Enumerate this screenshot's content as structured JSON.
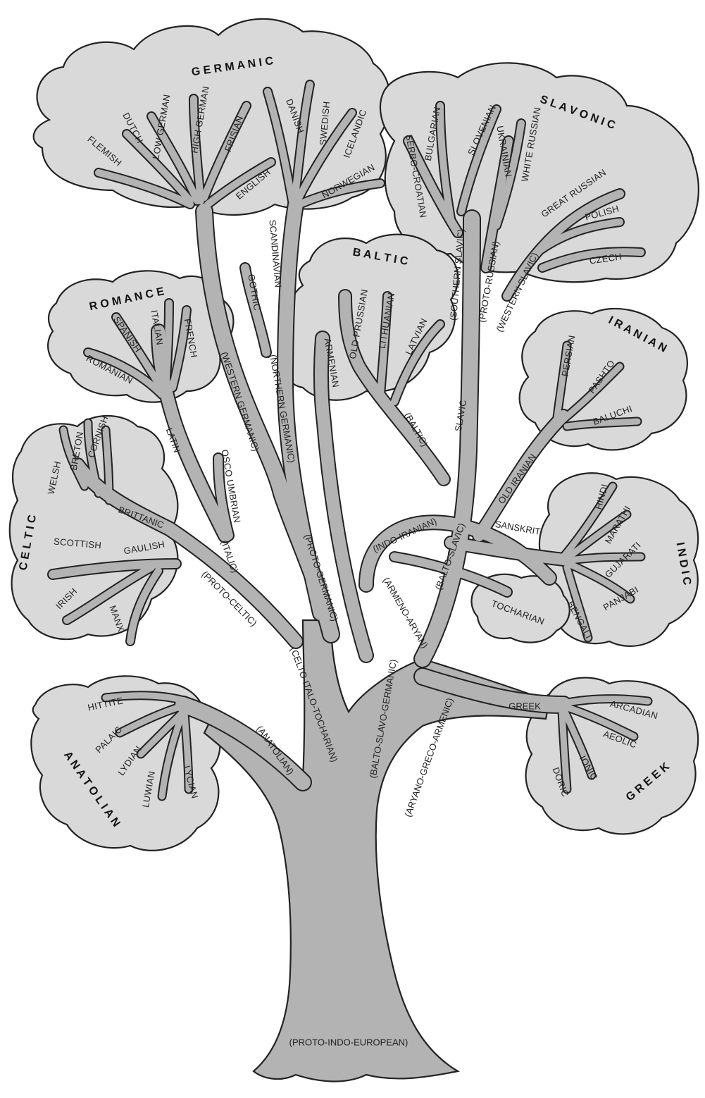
{
  "groups": {
    "germanic": "G E R M A N I C",
    "slavonic": "S L A V O N I C",
    "baltic": "B A L T I C",
    "romance": "R O M A N C E",
    "iranian": "I R A N I A N",
    "celtic": "C E L T I C",
    "indic": "I N D I C",
    "anatolian": "A N A T O L I A N",
    "greek": "G R E E K"
  },
  "branches": {
    "western_germanic": "(WESTERN GERMANIC)",
    "northern_germanic": "(NORTHERN GERMANIC)",
    "scandinavian": "SCANDINAVIAN",
    "southern_slavic": "(SOUTHERN SLAVIC)",
    "proto_russian": "(PROTO-RUSSIAN)",
    "western_slavic": "(WESTERN SLAVIC)",
    "slavic": "SLAVIC",
    "baltic": "(BALTIC)",
    "latin": "LATIN",
    "italic": "(ITALIC)",
    "brittanic": "BRITTANIC",
    "proto_celtic": "(PROTO-CELTIC)",
    "proto_germanic": "(PROTO-GERMANIC)",
    "indo_iranian": "(INDO-IRANIAN)",
    "old_iranian": "OLD IRANIAN",
    "sanskrit": "SANSKRIT",
    "balto_slavic": "(BALTO-SLAVIC)",
    "armeno_aryan": "(ARMENO-ARYAN)",
    "celto_italo_tocharian": "(CELTO-ITALO-TOCHARIAN)",
    "balto_slavo_germanic": "(BALTO-SLAVO-GERMANIC)",
    "aryano_greco_armenic": "(ARYANO-GRECO-ARMENIC)",
    "anatolian": "(ANATOLIAN)",
    "greek": "GREEK",
    "root": "(PROTO-INDO-EUROPEAN)"
  },
  "languages": {
    "flemish": "FLEMISH",
    "dutch": "DUTCH",
    "low_german": "LOW GERMAN",
    "high_german": "HIGH GERMAN",
    "frisian": "FRISIAN",
    "english": "ENGLISH",
    "danish": "DANISH",
    "swedish": "SWEDISH",
    "icelandic": "ICELANDIC",
    "norwegian": "NORWEGIAN",
    "gothic": "GOTHIC",
    "serbo_croatian": "SERBO-CROATIAN",
    "bulgarian": "BULGARIAN",
    "slovenian": "SLOVENIAN",
    "ukrainian": "UKRAINIAN",
    "white_russian": "WHITE RUSSIAN",
    "great_russian": "GREAT RUSSIAN",
    "polish": "POLISH",
    "czech": "CZECH",
    "armenian": "ARMENIAN",
    "old_prussian": "OLD PRUSSIAN",
    "lithuanian": "LITHUANIAN",
    "latvian": "LATVIAN",
    "spanish": "SPANISH",
    "italian": "ITALIAN",
    "french": "FRENCH",
    "romanian": "ROMANIAN",
    "osco_umbrian": "OSCO UMBRIAN",
    "persian": "PERSIAN",
    "pashto": "PASHTO",
    "baluchi": "BALUCHI",
    "welsh": "WELSH",
    "breton": "BRETON",
    "cornish": "CORNISH",
    "scottish": "SCOTTISH",
    "gaulish": "GAULISH",
    "irish": "IRISH",
    "manx": "MANX",
    "hindi": "HINDI",
    "marathi": "MARATHI",
    "gujarati": "GUJARATI",
    "panjabi": "PANJABI",
    "bengali": "BENGALI",
    "tocharian": "TOCHARIAN",
    "hittite": "HITTITE",
    "palaic": "PALAIC",
    "lydian": "LYDIAN",
    "luwian": "LUWIAN",
    "lycian": "LYCIAN",
    "arcadian": "ARCADIAN",
    "aeolic": "AEOLIC",
    "ionic": "IONIC",
    "doric": "DORIC"
  }
}
